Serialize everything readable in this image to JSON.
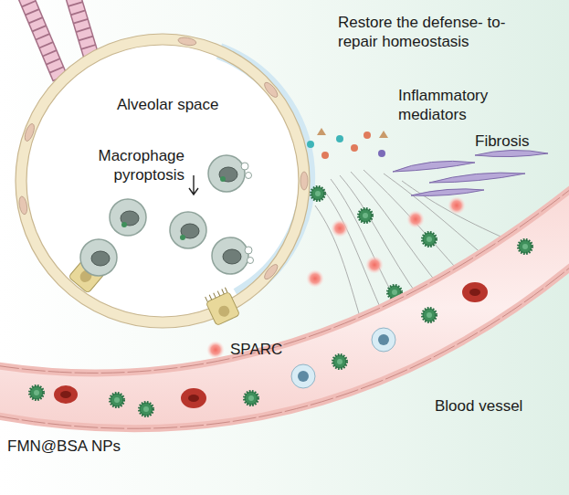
{
  "diagram": {
    "labels": [
      "Restore the defense- to-repair homeostasis",
      "Alveolar space",
      "Inflammatory mediators",
      "Fibrosis",
      "Macrophage pyroptosis",
      "SPARC",
      "Blood vessel",
      "FMN@BSA NPs"
    ]
  }
}
